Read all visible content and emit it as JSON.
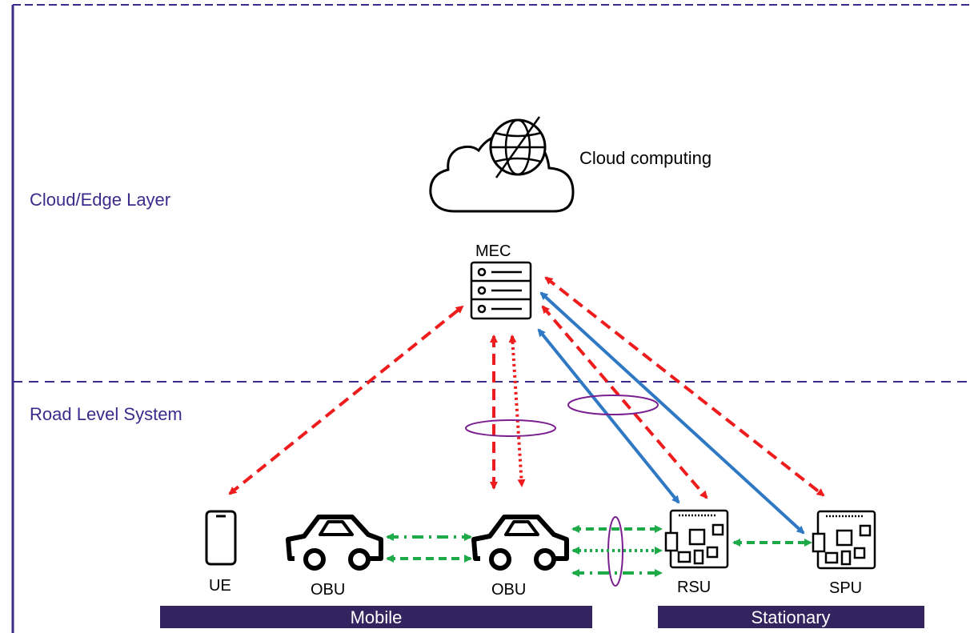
{
  "layers": {
    "cloud_edge": "Cloud/Edge Layer",
    "road_level": "Road Level System"
  },
  "cloud": {
    "label": "Cloud computing"
  },
  "mec": {
    "label": "MEC"
  },
  "devices": {
    "ue": "UE",
    "obu_left": "OBU",
    "obu_center": "OBU",
    "rsu": "RSU",
    "spu": "SPU"
  },
  "groups": {
    "mobile": "Mobile",
    "stationary": "Stationary"
  },
  "colors": {
    "frame": "#3d2a8c",
    "layer_text": "#3d2a8c",
    "red_link": "#ee1c1c",
    "blue_link": "#2e78c4",
    "green_link": "#1faa4a",
    "ellipse": "#7a1f8f",
    "bar_fill": "#33235e"
  }
}
